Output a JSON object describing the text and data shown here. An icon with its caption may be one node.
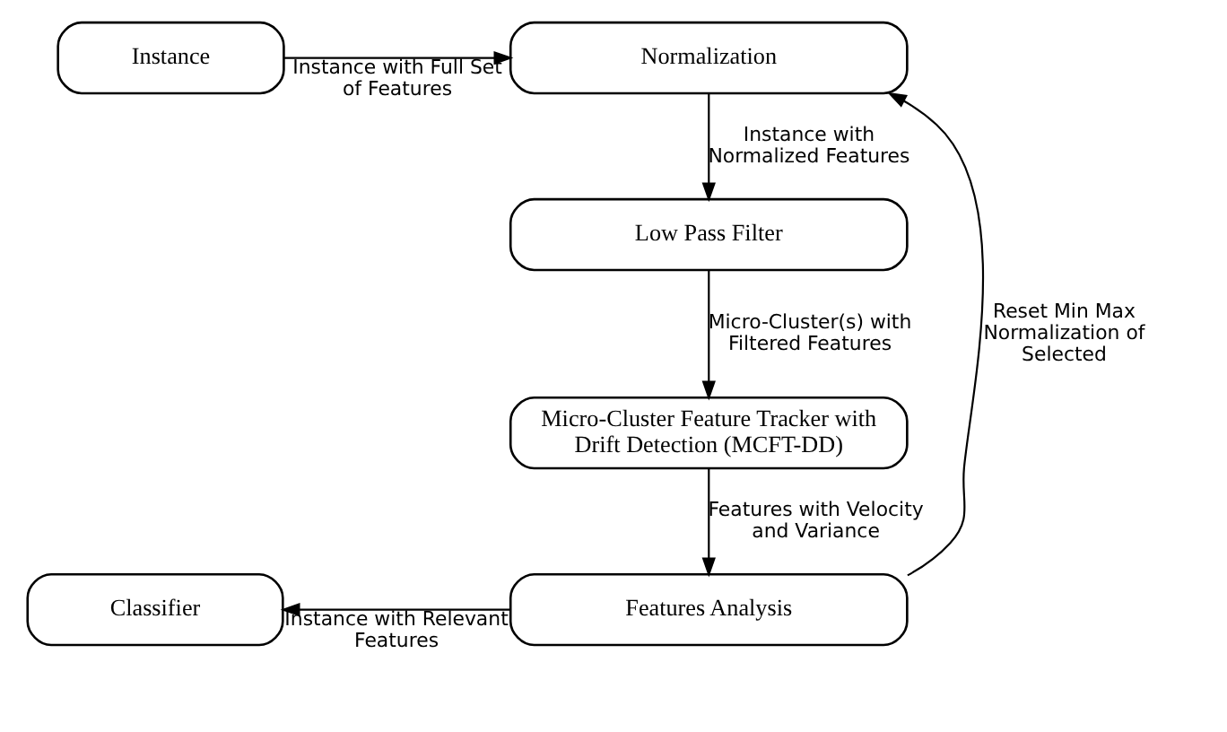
{
  "diagram": {
    "nodes": [
      {
        "text": [
          "Instance"
        ]
      },
      {
        "text": [
          "Normalization"
        ]
      },
      {
        "text": [
          "Low Pass Filter"
        ]
      },
      {
        "text": [
          "Micro-Cluster Feature Tracker with Drift Detection (MCFT-DD)"
        ]
      },
      {
        "text": [
          "Classifier"
        ]
      },
      {
        "text": [
          "Features Analysis"
        ]
      }
    ],
    "edges": [
      {
        "from": 0,
        "to": 1,
        "arrow": "to",
        "label": "Instance with Full Set of Features"
      },
      {
        "from": 1,
        "to": 2,
        "arrow": "to",
        "label": "Instance with Normalized Features"
      },
      {
        "from": 2,
        "to": 3,
        "arrow": "to",
        "label": "Micro-Cluster(s) with Filtered Features"
      },
      {
        "from": 3,
        "to": 5,
        "arrow": "to",
        "label": "Features with Velocity and Variance"
      },
      {
        "from": 5,
        "to": 4,
        "arrow": "to",
        "label": "Instance with Relevant Features"
      },
      {
        "from": 5,
        "to": 1,
        "arrow": "to",
        "label": "Reset Min Max Normalization of Selected"
      }
    ]
  }
}
